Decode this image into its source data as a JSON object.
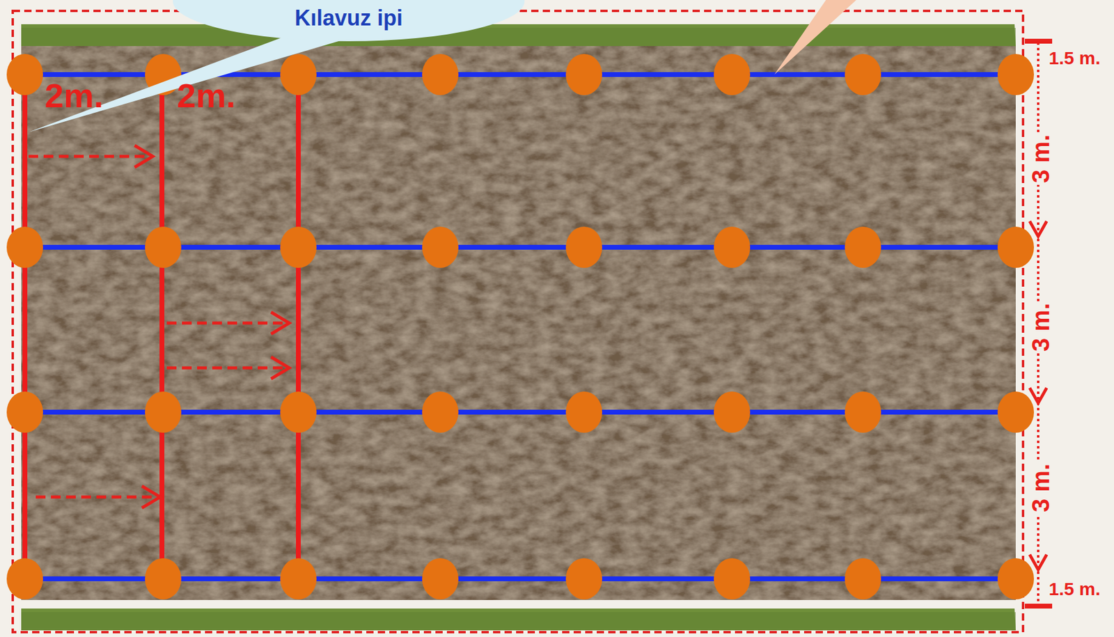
{
  "diagram": {
    "nodes": [
      {
        "text": [
          "Kılavuz ipi"
        ]
      }
    ],
    "labels": [
      "2m.",
      "2m.",
      "1.5 m.",
      "3 m.",
      "3 m.",
      "3 m.",
      "1.5 m."
    ]
  }
}
